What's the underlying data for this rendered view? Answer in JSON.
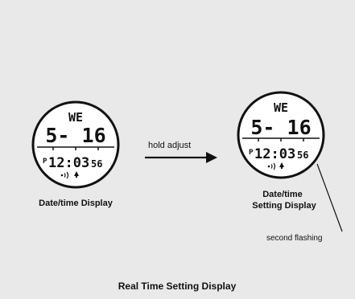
{
  "left_watch": {
    "day": "WE",
    "date": "5- 16",
    "pm_marker": "P",
    "time": "12:03",
    "seconds": "56",
    "signal_icon": "signal-icon",
    "alarm_icon": "bell-icon",
    "caption": "Date/time Display"
  },
  "right_watch": {
    "day": "WE",
    "date": "5- 16",
    "pm_marker": "P",
    "time": "12:03",
    "seconds": "56",
    "seconds_color": "#a9a9a9",
    "signal_icon": "signal-icon",
    "alarm_icon": "bell-icon",
    "caption_line1": "Date/time",
    "caption_line2": "Setting Display"
  },
  "arrow": {
    "label": "hold adjust"
  },
  "callout": {
    "text": "second flashing"
  },
  "footer": {
    "title": "Real Time Setting Display"
  },
  "colors": {
    "background": "#e9e9e9",
    "ink": "#111111",
    "flashing_seconds": "#a9a9a9"
  }
}
